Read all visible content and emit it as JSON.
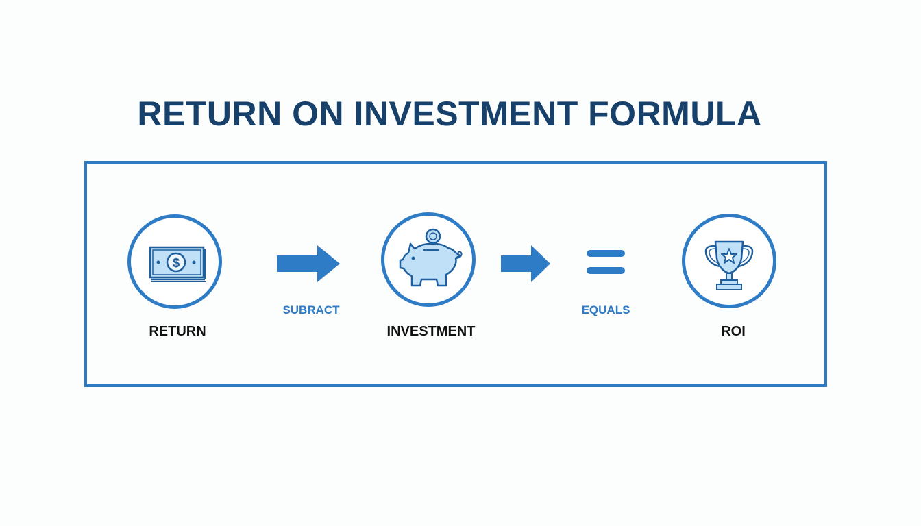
{
  "title": "RETURN ON INVESTMENT FORMULA",
  "colors": {
    "accent": "#2f7cc6",
    "title": "#17406b",
    "icon_fill": "#bfe0f6",
    "icon_stroke": "#1f5f9e",
    "label": "#111111",
    "background": "#fcfdfd"
  },
  "nodes": [
    {
      "label": "RETURN",
      "icon": "dollar-bill-icon"
    },
    {
      "label": "INVESTMENT",
      "icon": "piggy-bank-icon"
    },
    {
      "label": "ROI",
      "icon": "trophy-icon"
    }
  ],
  "operators": [
    {
      "label": "SUBRACT",
      "icon": "arrow-right-icon"
    },
    {
      "label": "EQUALS",
      "icon": "arrow-right-icon"
    },
    {
      "label": "",
      "icon": "equals-icon"
    }
  ]
}
